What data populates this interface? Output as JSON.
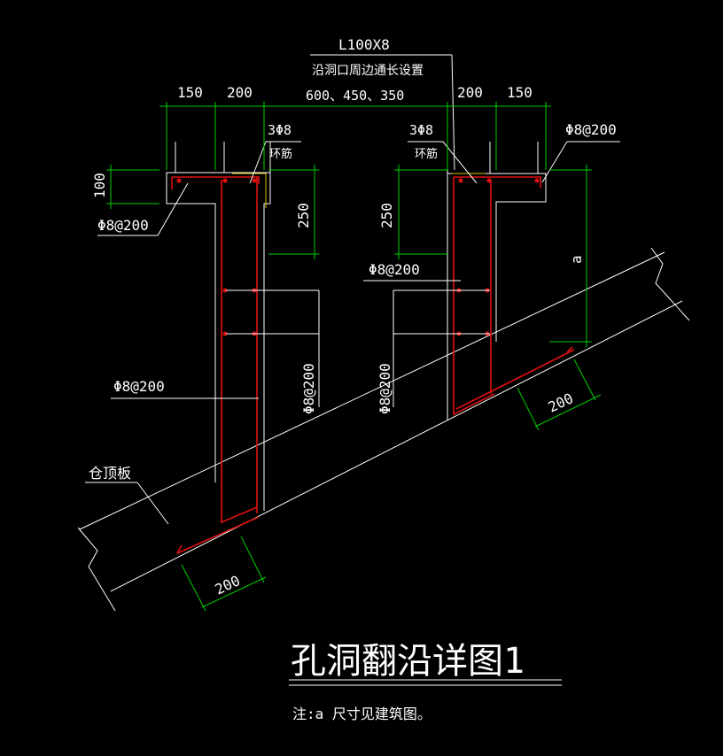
{
  "colors": {
    "background": "#000000",
    "outline": "#ffffff",
    "dimension": "#00d000",
    "rebar": "#e01010",
    "angle_steel": "#e0c000",
    "text": "#ffffff"
  },
  "labels": {
    "angle_steel": "L100X8",
    "angle_note": "沿洞口周边通长设置",
    "angle_sizes": "600、450、350",
    "ring_bar_left": "3Φ8",
    "ring_bar_right": "3Φ8",
    "ring_word_left": "环筋",
    "ring_word_right": "环筋",
    "stirrup_left_top": "Φ8@200",
    "stirrup_right_top": "Φ8@200",
    "stirrup_left_mid": "Φ8@200",
    "stirrup_right_mid": "Φ8@200",
    "stirrup_left_vertical": "Φ8@200",
    "stirrup_right_vertical": "Φ8@200",
    "roof_slab": "仓顶板",
    "title": "孔洞翻沿详图1",
    "note": "注:a 尺寸见建筑图。"
  },
  "dimensions": {
    "left_top_1": "150",
    "left_top_2": "200",
    "right_top_1": "200",
    "right_top_2": "150",
    "left_flange": "100",
    "left_depth": "250",
    "right_depth": "250",
    "right_a": "a",
    "left_bottom": "200",
    "right_bottom": "200"
  }
}
